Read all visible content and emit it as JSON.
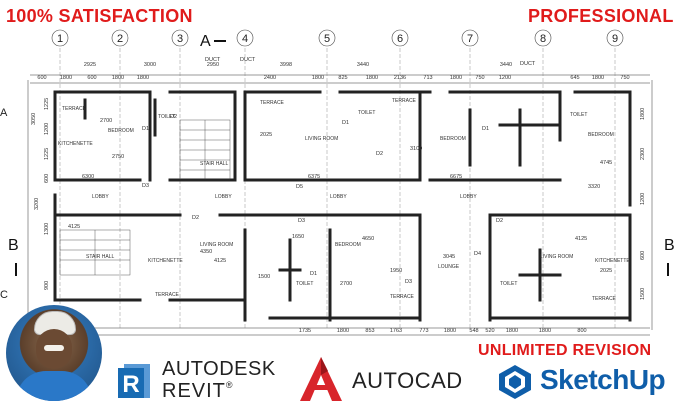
{
  "headline_left": "100% SATISFACTION",
  "headline_right": "PROFESSIONAL",
  "revision_text": "UNLIMITED REVISION",
  "plan": {
    "grid_top": [
      "1",
      "2",
      "3",
      "4",
      "5",
      "6",
      "7",
      "8",
      "9"
    ],
    "section_top": "A",
    "section_left_top": "A",
    "section_b_left": "B",
    "section_b_right": "B",
    "section_c_left": "C",
    "duct_labels": [
      "DUCT",
      "DUCT",
      "DUCT"
    ],
    "dims_top_row1": [
      "2925",
      "3000",
      "2950",
      "3998",
      "3440",
      "3440"
    ],
    "dims_top_row2": [
      "600",
      "1800",
      "600",
      "1800",
      "1800",
      "2400",
      "1800",
      "825",
      "1800",
      "2136",
      "713",
      "1800",
      "750",
      "1200",
      "645",
      "1800",
      "750"
    ],
    "dims_bottom": [
      "1735",
      "1800",
      "853",
      "1763",
      "773",
      "1800",
      "548",
      "520",
      "1800",
      "1800",
      "800"
    ],
    "dims_left": [
      "3050",
      "1225",
      "1200",
      "1225",
      "600",
      "3200",
      "1300",
      "900",
      "1225"
    ],
    "dims_right": [
      "1800",
      "2300",
      "1200",
      "600",
      "1500"
    ],
    "rooms": [
      "TERRACE",
      "BEDROOM",
      "TOILET",
      "KITCHENETTE",
      "STAIR HALL",
      "TERRACE",
      "LIVING ROOM",
      "TOILET",
      "TERRACE",
      "BEDROOM",
      "TOILET",
      "BEDROOM",
      "LOBBY",
      "LOBBY",
      "LOBBY",
      "LOBBY",
      "LIVING ROOM",
      "BEDROOM",
      "KITCHENETTE",
      "STAIR HALL",
      "LOUNGE",
      "LIVING ROOM",
      "KITCHENETTE",
      "TOILET",
      "TOILET",
      "TERRACE",
      "TERRACE",
      "TERRACE"
    ],
    "room_dims": [
      "2700",
      "2750",
      "4125",
      "2025",
      "3100",
      "6300",
      "6375",
      "6675",
      "4745",
      "3320",
      "4125",
      "4350",
      "4650",
      "3045",
      "4125",
      "2700",
      "1950",
      "1500",
      "1650",
      "2025"
    ],
    "door_tags": [
      "D1",
      "D2",
      "D3",
      "D1",
      "D2",
      "D5",
      "D1",
      "D2",
      "D3",
      "D2",
      "D1",
      "D3",
      "D4"
    ]
  },
  "brands": {
    "revit_line1": "AUTODESK",
    "revit_line2": "REVIT",
    "revit_mark": "®",
    "autocad": "AUTOCAD",
    "sketchup": "SketchUp"
  },
  "colors": {
    "headline_red": "#e01b1b",
    "revit_blue": "#186bb3",
    "autocad_red": "#d8252b",
    "sketchup_blue": "#0f5ea9"
  },
  "icons": [
    "revit-logo-icon",
    "autocad-logo-icon",
    "sketchup-logo-icon"
  ]
}
